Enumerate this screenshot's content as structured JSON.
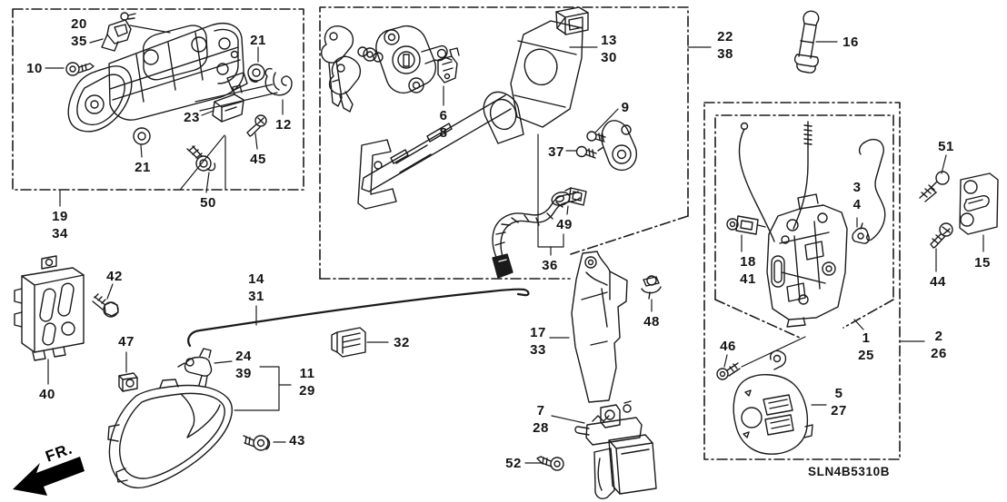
{
  "diagram": {
    "code": "SLN4B5310B",
    "fr_label": "FR.",
    "background": "#ffffff",
    "line_color": "#1a1a1a"
  },
  "callouts": [
    {
      "id": "20-35",
      "text": "20\n35"
    },
    {
      "id": "10",
      "text": "10"
    },
    {
      "id": "21a",
      "text": "21"
    },
    {
      "id": "12",
      "text": "12"
    },
    {
      "id": "23",
      "text": "23"
    },
    {
      "id": "45",
      "text": "45"
    },
    {
      "id": "21b",
      "text": "21"
    },
    {
      "id": "50",
      "text": "50"
    },
    {
      "id": "19-34",
      "text": "19\n34"
    },
    {
      "id": "13-30",
      "text": "13\n30"
    },
    {
      "id": "22-38",
      "text": "22\n38"
    },
    {
      "id": "16",
      "text": "16"
    },
    {
      "id": "6-8",
      "text": "6\n8"
    },
    {
      "id": "9",
      "text": "9"
    },
    {
      "id": "37",
      "text": "37"
    },
    {
      "id": "49",
      "text": "49"
    },
    {
      "id": "36",
      "text": "36"
    },
    {
      "id": "51",
      "text": "51"
    },
    {
      "id": "15",
      "text": "15"
    },
    {
      "id": "44",
      "text": "44"
    },
    {
      "id": "3-4",
      "text": "3\n4"
    },
    {
      "id": "18-41",
      "text": "18\n41"
    },
    {
      "id": "1-25",
      "text": "1\n25"
    },
    {
      "id": "2-26",
      "text": "2\n26"
    },
    {
      "id": "46",
      "text": "46"
    },
    {
      "id": "5-27",
      "text": "5\n27"
    },
    {
      "id": "42",
      "text": "42"
    },
    {
      "id": "40",
      "text": "40"
    },
    {
      "id": "47",
      "text": "47"
    },
    {
      "id": "14-31",
      "text": "14\n31"
    },
    {
      "id": "24-39",
      "text": "24\n39"
    },
    {
      "id": "11-29",
      "text": "11\n29"
    },
    {
      "id": "32",
      "text": "32"
    },
    {
      "id": "43",
      "text": "43"
    },
    {
      "id": "17-33",
      "text": "17\n33"
    },
    {
      "id": "48",
      "text": "48"
    },
    {
      "id": "7-28",
      "text": "7\n28"
    },
    {
      "id": "52",
      "text": "52"
    }
  ]
}
